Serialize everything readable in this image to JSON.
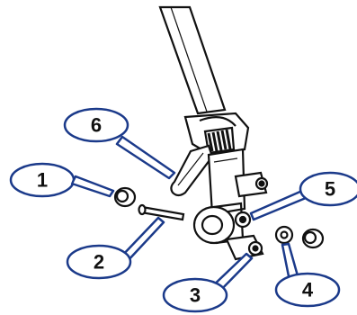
{
  "callouts": [
    {
      "id": "1",
      "label": "1"
    },
    {
      "id": "2",
      "label": "2"
    },
    {
      "id": "3",
      "label": "3"
    },
    {
      "id": "4",
      "label": "4"
    },
    {
      "id": "5",
      "label": "5"
    },
    {
      "id": "6",
      "label": "6"
    }
  ],
  "colors": {
    "ink": "#111111",
    "callout_fill": "#ffffff",
    "callout_stroke": "#1b3a8a",
    "background": "#ffffff"
  }
}
